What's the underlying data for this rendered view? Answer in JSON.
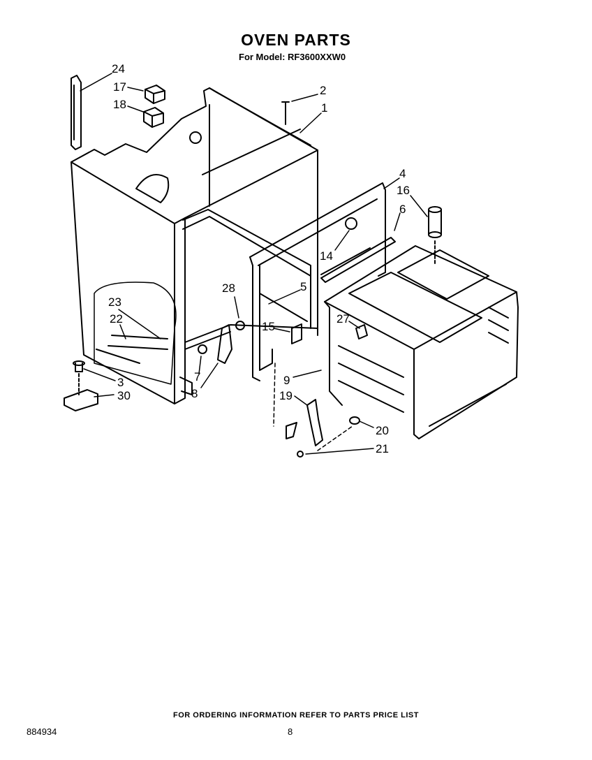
{
  "header": {
    "title": "OVEN PARTS",
    "model": "For Model: RF3600XXW0"
  },
  "callouts": [
    {
      "id": "24",
      "label": "24"
    },
    {
      "id": "17",
      "label": "17"
    },
    {
      "id": "18",
      "label": "18"
    },
    {
      "id": "2",
      "label": "2"
    },
    {
      "id": "1",
      "label": "1"
    },
    {
      "id": "4",
      "label": "4"
    },
    {
      "id": "16",
      "label": "16"
    },
    {
      "id": "6",
      "label": "6"
    },
    {
      "id": "14",
      "label": "14"
    },
    {
      "id": "5",
      "label": "5"
    },
    {
      "id": "28",
      "label": "28"
    },
    {
      "id": "23",
      "label": "23"
    },
    {
      "id": "22",
      "label": "22"
    },
    {
      "id": "15",
      "label": "15"
    },
    {
      "id": "27",
      "label": "27"
    },
    {
      "id": "3",
      "label": "3"
    },
    {
      "id": "30",
      "label": "30"
    },
    {
      "id": "7",
      "label": "7"
    },
    {
      "id": "8",
      "label": "8"
    },
    {
      "id": "9",
      "label": "9"
    },
    {
      "id": "19",
      "label": "19"
    },
    {
      "id": "20",
      "label": "20"
    },
    {
      "id": "21",
      "label": "21"
    }
  ],
  "footer": {
    "ordering_note": "FOR ORDERING INFORMATION REFER TO PARTS PRICE LIST",
    "doc_number": "884934",
    "page_number": "8"
  }
}
